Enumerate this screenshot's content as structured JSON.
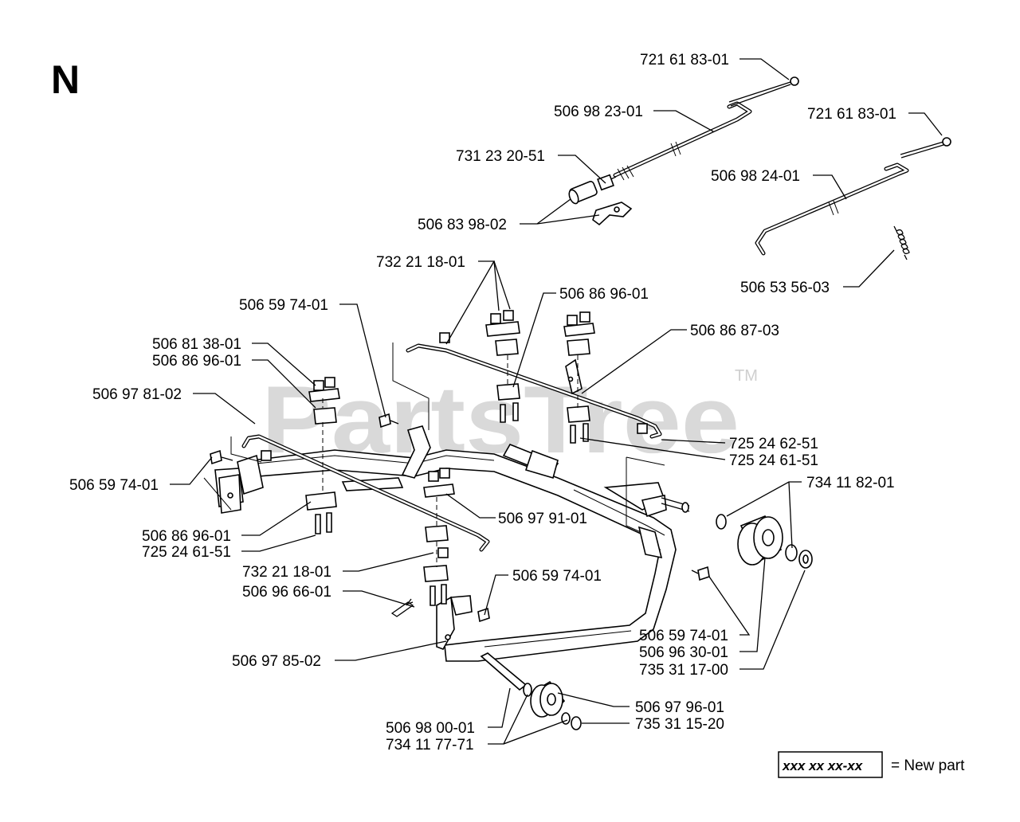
{
  "section_letter": "N",
  "watermark": {
    "text": "PartsTree",
    "tm": "TM"
  },
  "legend": {
    "code": "xxx xx xx-xx",
    "equals_text": "= New part"
  },
  "labels": {
    "l01": "721 61 83-01",
    "l02": "506 98 23-01",
    "l03": "721 61 83-01",
    "l04": "731 23 20-51",
    "l05": "506 98 24-01",
    "l06": "506 83 98-02",
    "l07": "506 53 56-03",
    "l08": "732 21 18-01",
    "l09": "506 59 74-01",
    "l10": "506 86 96-01",
    "l11": "506 86 87-03",
    "l12": "506 81 38-01",
    "l13": "506 86 96-01",
    "l14": "506 97 81-02",
    "l15": "725 24 62-51",
    "l16": "725 24 61-51",
    "l17": "506 59 74-01",
    "l18": "734 11 82-01",
    "l19": "506 97 91-01",
    "l20": "506 86 96-01",
    "l21": "725 24 61-51",
    "l22": "732 21 18-01",
    "l23": "506 59 74-01",
    "l24": "506 96 66-01",
    "l25": "506 59 74-01",
    "l26": "506 96 30-01",
    "l27": "735 31 17-00",
    "l28": "506 97 85-02",
    "l29": "506 97 96-01",
    "l30": "735 31 15-20",
    "l31": "506 98 00-01",
    "l32": "734 11 77-71"
  }
}
